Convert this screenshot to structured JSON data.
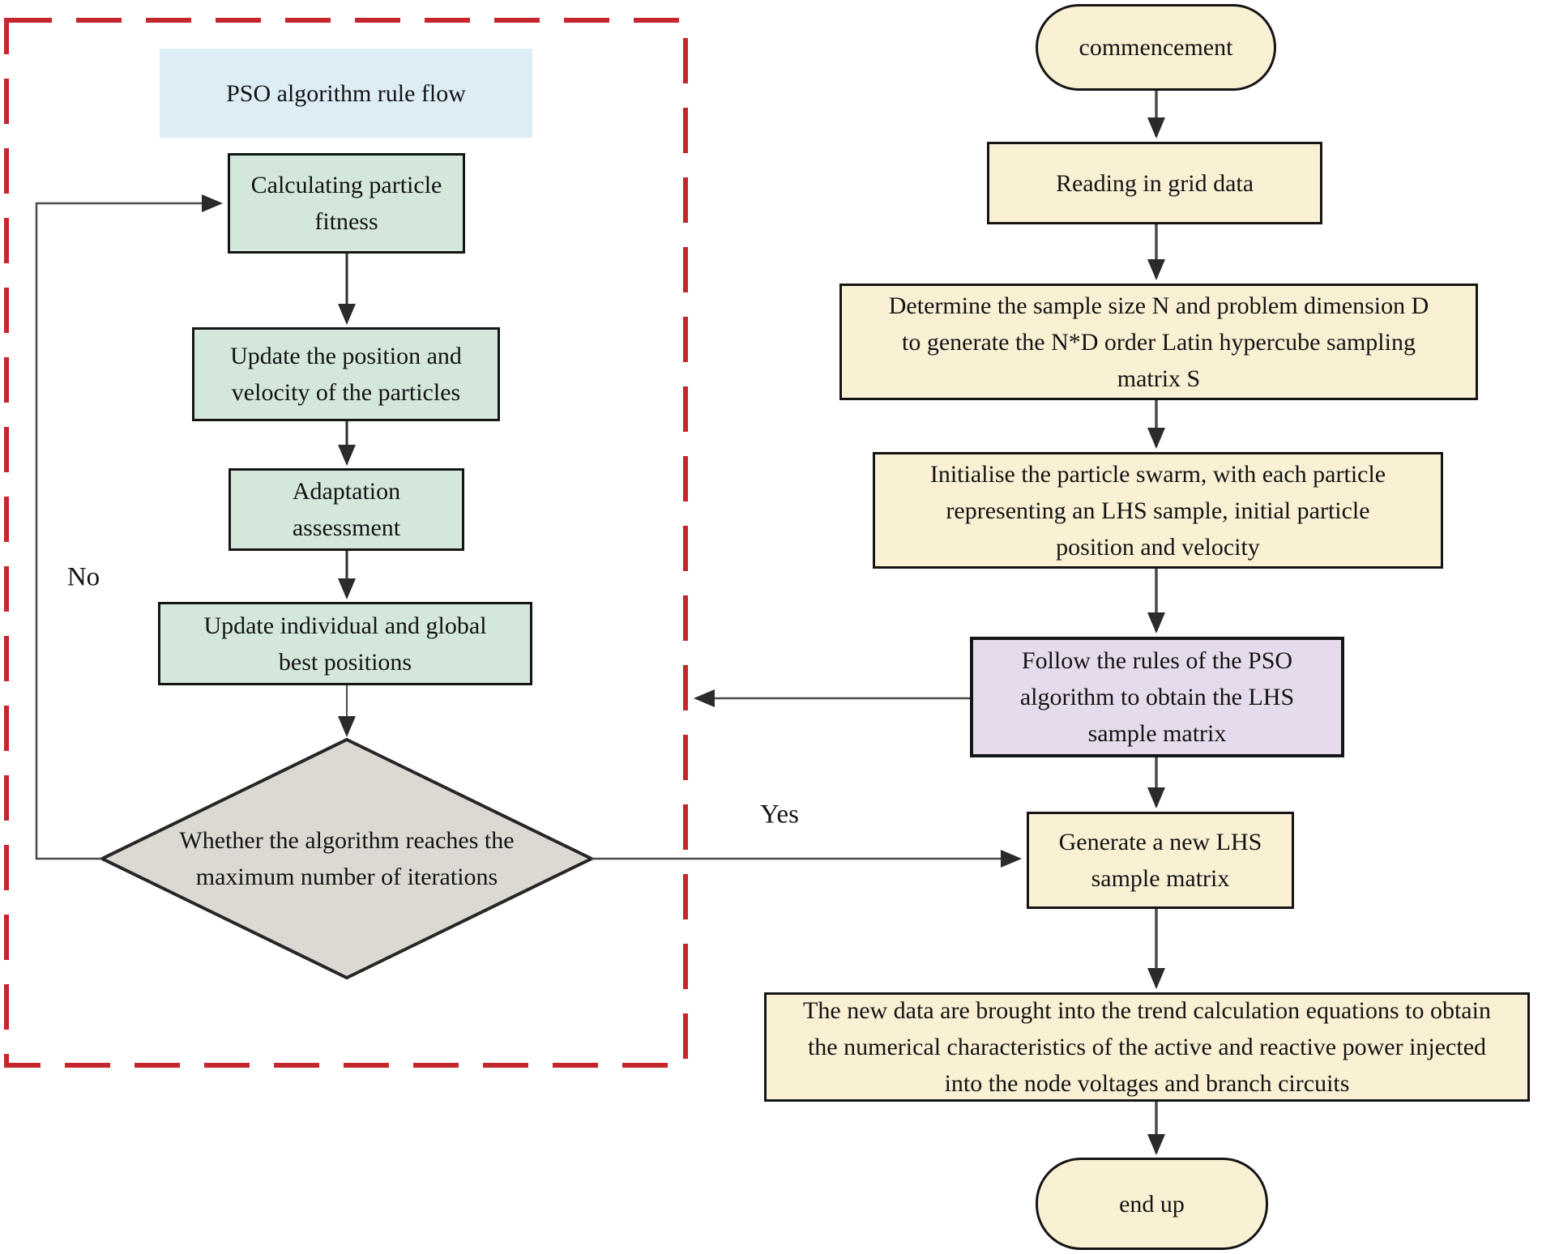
{
  "colors": {
    "process_cream": "#FAF0D4",
    "process_green": "#D3E7DB",
    "title_blue": "#DCEDF6",
    "process_purple": "#E6DBEC",
    "decision_gray": "#DCD8D2",
    "dashed_boundary_red": "#C5262C",
    "connector_gray": "#4a4a4a",
    "arrowhead_dark": "#2b2b2b",
    "text": "#141414"
  },
  "pso_group": {
    "title": "PSO algorithm rule flow",
    "steps": [
      {
        "label": "Calculating particle\nfitness"
      },
      {
        "label": "Update the position and\nvelocity of the particles"
      },
      {
        "label": "Adaptation\nassessment"
      },
      {
        "label": "Update individual and global\nbest positions"
      }
    ],
    "decision": {
      "label": "Whether the algorithm reaches the\nmaximum number of iterations"
    },
    "no_label": "No",
    "yes_label": "Yes"
  },
  "main_flow": {
    "start": {
      "label": "commencement"
    },
    "steps": [
      {
        "label": "Reading in grid data"
      },
      {
        "label": "Determine the sample size N and problem dimension D\nto generate the N*D order Latin hypercube sampling\nmatrix S"
      },
      {
        "label": "Initialise the particle swarm, with each particle\nrepresenting an LHS sample, initial particle\nposition and velocity"
      },
      {
        "label": "Follow the rules of the PSO\nalgorithm to obtain the LHS\nsample matrix"
      },
      {
        "label": "Generate a new LHS\nsample matrix"
      },
      {
        "label": "The new data are brought into the trend calculation equations to obtain\nthe numerical characteristics of the active and reactive power injected\ninto the node voltages and branch circuits"
      }
    ],
    "end": {
      "label": "end up"
    }
  }
}
